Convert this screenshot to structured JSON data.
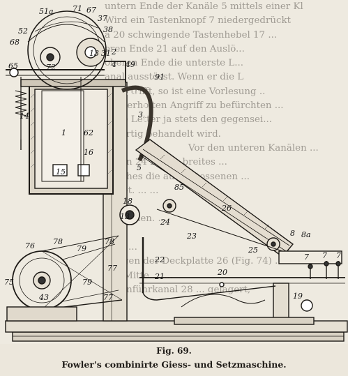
{
  "background_text": [
    "untern Ende der Kanäle 5 mittels einer Kl",
    "Wird ein Tastenknopf 7 niedergedrückt",
    "a 20 schwingende Tastenhebel 17 ...",
    "eren Ende 21 auf den Auslö...",
    "oberen Ende die unterste L...",
    "anal ausstösst. Wenn er die L",
    "ende trifft, so ist eine Vorlesung ..",
    "wiederholten Angriff zu befürchten ...",
    "n die Letter ja stets den gegensei...",
    "derartig behandelt wird.",
    "Vor den unteren Kanälen ...",
    "rollen 24 25 ein breites ...",
    "welches die ausgestossenen ...",
    "bildet. ... ...",
    "... ... ...",
    "... werden. ...",
    "... ...",
    "... ... ...",
    "gungen der Deckplatte 26 (Fig. 74) ...",
    "der Mitte ... ...",
    "... Einführkanal 28 ... gelagert,"
  ],
  "figure": {
    "number_label": "Fig. 69.",
    "title": "Fowler's combinirte Giess- und Setzmaschine.",
    "labels": {
      "l51a": "51a",
      "l71": "71",
      "l67": "67",
      "l37": "37",
      "l38": "38",
      "l52": "52",
      "l68": "68",
      "l65": "65",
      "l72": "72",
      "l13": "13",
      "l31": "31",
      "l2": "2",
      "l4": "4",
      "l49": "49",
      "l91": "91",
      "l14": "14",
      "l1": "1",
      "l62": "62",
      "l16": "16",
      "l15": "15",
      "l3": "3",
      "l5": "5",
      "l85": "85",
      "l26": "26",
      "l18": "18",
      "l24": "24",
      "l23": "23",
      "l25": "25",
      "l8": "8",
      "l8a": "8a",
      "l76": "76",
      "l78a": "78",
      "l79a": "79",
      "l78b": "78",
      "l75": "75",
      "l77a": "77",
      "l79b": "79",
      "l43": "43",
      "l77b": "77",
      "l22": "22",
      "l21": "21",
      "l20": "20",
      "l19": "19",
      "l7a": "7",
      "l7b": "7",
      "l7c": "7"
    }
  }
}
